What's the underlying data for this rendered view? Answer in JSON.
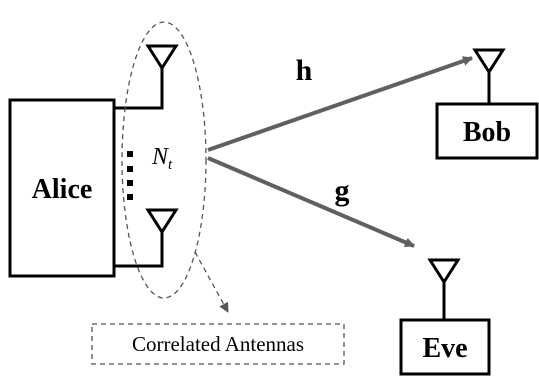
{
  "nodes": {
    "alice": "Alice",
    "bob": "Bob",
    "eve": "Eve"
  },
  "channels": {
    "legitimate": "h",
    "eavesdropper": "g"
  },
  "antenna_count": {
    "symbol": "N",
    "subscript": "t"
  },
  "annotation": "Correlated Antennas",
  "colors": {
    "link_arrow": "#606060",
    "stroke": "#000000",
    "dashed": "#555555"
  },
  "icons": [
    "antenna-icon",
    "vertical-ellipsis-icon",
    "arrow-icon"
  ]
}
